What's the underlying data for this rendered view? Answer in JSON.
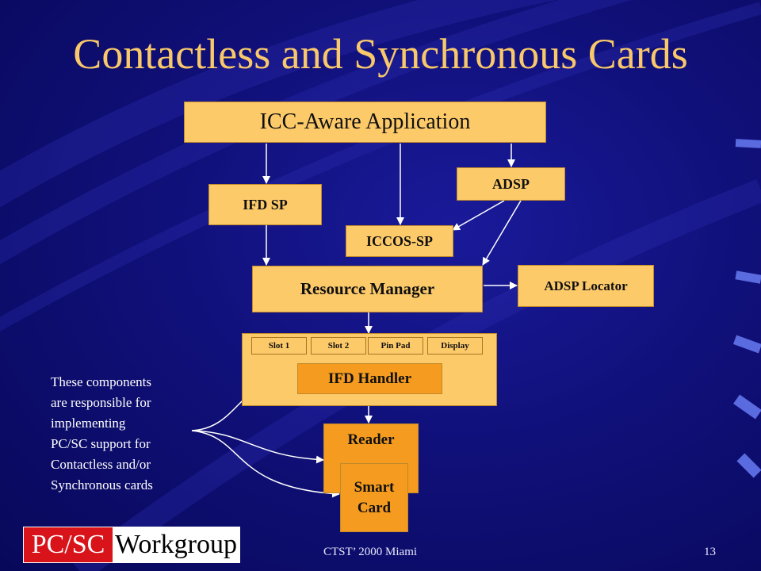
{
  "title": "Contactless and Synchronous Cards",
  "boxes": {
    "app": "ICC-Aware Application",
    "ifd_sp": "IFD SP",
    "adsp": "ADSP",
    "iccos_sp": "ICCOS-SP",
    "resource_manager": "Resource Manager",
    "adsp_locator": "ADSP Locator",
    "ifd_handler": "IFD Handler",
    "reader": "Reader",
    "smart_card_line1": "Smart",
    "smart_card_line2": "Card"
  },
  "slots": [
    "Slot 1",
    "Slot 2",
    "Pin Pad",
    "Display"
  ],
  "note_lines": [
    "These components",
    "are responsible for",
    "implementing",
    "PC/SC support for",
    "Contactless and/or",
    "Synchronous cards"
  ],
  "footer": {
    "center": "CTST’ 2000 Miami",
    "page_number": "13"
  },
  "logo": {
    "left": "PC/SC",
    "right": "Workgroup"
  }
}
